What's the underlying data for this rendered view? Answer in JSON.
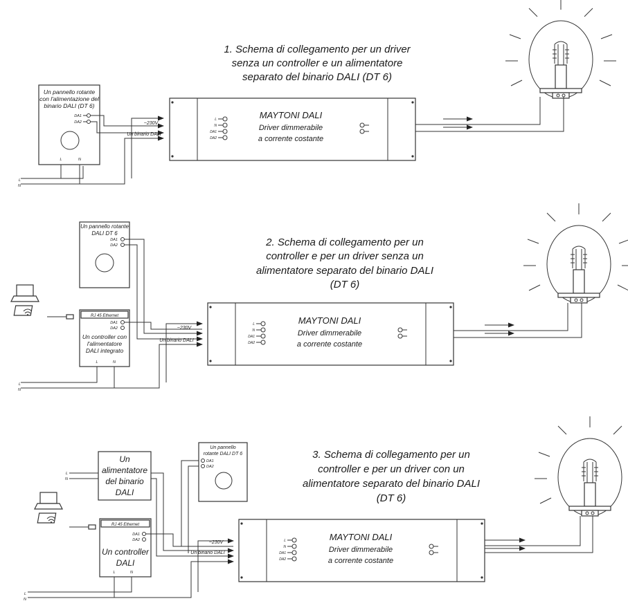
{
  "diagram1": {
    "title": [
      "1. Schema di collegamento per un driver",
      "senza un controller e un alimentatore",
      "separato del binario DALI (DT 6)"
    ],
    "panel_text": [
      "Un pannello rotante",
      "con l'alimentazione del",
      "binario DALI (DT 6)"
    ],
    "driver": [
      "MAYTONI DALI",
      "Driver dimmerabile",
      "a corrente costante"
    ],
    "v230": "~230V",
    "bus": "Un binario DALI",
    "L": "L",
    "N": "N"
  },
  "diagram2": {
    "title": [
      "2. Schema di collegamento per un",
      "controller e per un driver senza un",
      "alimentatore separato del binario DALI",
      "(DT 6)"
    ],
    "panel_text": [
      "Un pannello rotante",
      "DALI DT 6"
    ],
    "controller_text": [
      "Un controller con",
      "l'alimentatore",
      "DALI integrato"
    ],
    "rj45": "RJ 45 Ethernet",
    "driver": [
      "MAYTONI DALI",
      "Driver dimmerabile",
      "a corrente costante"
    ],
    "v230": "~230V",
    "bus": "Un binario DALI",
    "L": "L",
    "N": "N"
  },
  "diagram3": {
    "title": [
      "3. Schema di collegamento per un",
      "controller e per un driver con un",
      "alimentatore separato del binario DALI",
      "(DT 6)"
    ],
    "psu_text": [
      "Un",
      "alimentatore",
      "del binario",
      "DALI"
    ],
    "panel_text": [
      "Un pannello",
      "rotante DALI DT 6"
    ],
    "controller_text": [
      "Un controller",
      "DALI"
    ],
    "rj45": "RJ 45 Ethernet",
    "driver": [
      "MAYTONI DALI",
      "Driver dimmerabile",
      "a corrente costante"
    ],
    "v230": "~230V",
    "bus": "Un binario DALI",
    "L": "L",
    "N": "N"
  },
  "terminals": {
    "l": "L",
    "n": "N",
    "da1": "DA1",
    "da2": "DA2"
  }
}
